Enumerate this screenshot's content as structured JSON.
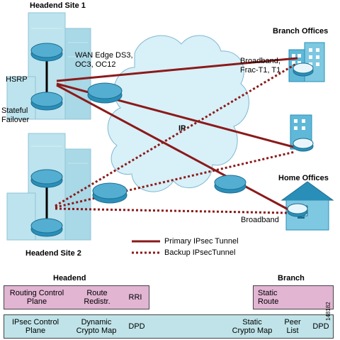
{
  "sites": {
    "headend1": "Headend Site 1",
    "headend2": "Headend Site 2",
    "branch_offices": "Branch Offices",
    "home_offices": "Home Offices"
  },
  "labels": {
    "wan_edge": "WAN Edge DS3,\nOC3, OC12",
    "hsrp": "HSRP",
    "stateful": "Stateful\nFailover",
    "ip": "IP",
    "branch_links": "Broadband,\nFrac-T1, T1",
    "home_link": "Broadband"
  },
  "legend": {
    "primary": "Primary IPsec Tunnel",
    "backup": "Backup IPsecTunnel"
  },
  "headend_header": "Headend",
  "branch_header": "Branch",
  "headend_top_row": [
    "Routing Control\nPlane",
    "Route\nRedistr.",
    "RRI"
  ],
  "branch_top_row": [
    "Static\nRoute"
  ],
  "bottom_row": [
    "IPsec Control\nPlane",
    "Dynamic\nCrypto Map",
    "DPD",
    "Static\nCrypto Map",
    "Peer\nList",
    "DPD"
  ],
  "figure_id": "148182",
  "colors": {
    "tunnel": "#8b1a1a",
    "building": "#bde3ee",
    "cloud": "#d8f0f8",
    "router": "#2a8fb8",
    "box_pink": "#e2b5d3",
    "box_cyan": "#bfe3e8"
  }
}
